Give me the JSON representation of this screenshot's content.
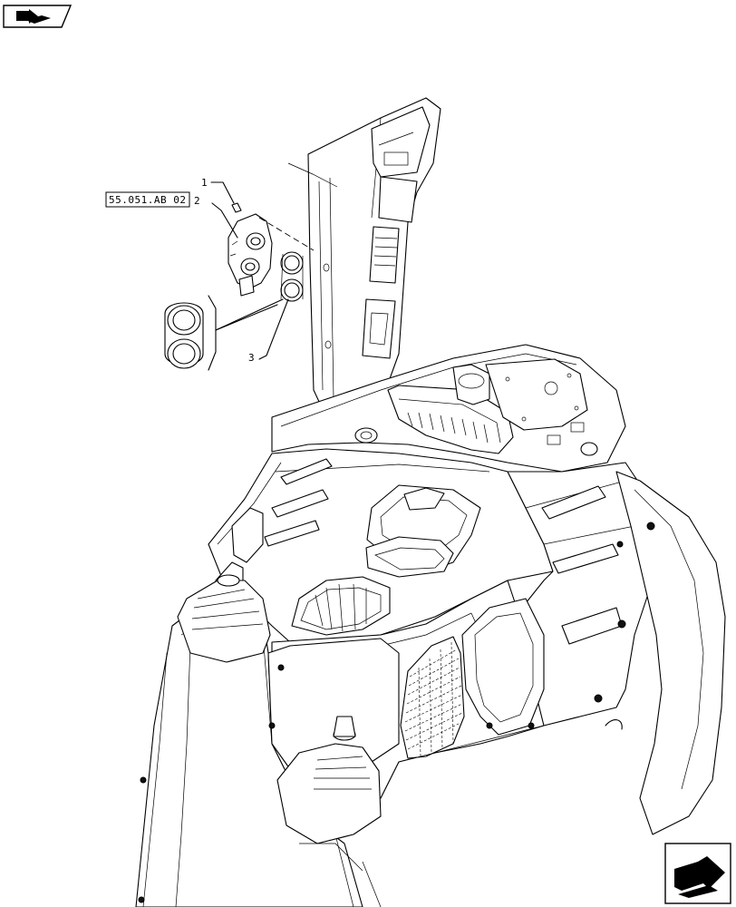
{
  "callouts": [
    {
      "id": "1",
      "label": "1"
    },
    {
      "id": "2",
      "label": "2"
    },
    {
      "id": "3",
      "label": "3"
    }
  ],
  "reference_box": {
    "label": "55.051.AB 02"
  },
  "icons": {
    "top_left": "catalog-book-icon",
    "bottom_right": "next-page-arrow-icon"
  },
  "colors": {
    "line": "#000000",
    "background": "#ffffff"
  }
}
